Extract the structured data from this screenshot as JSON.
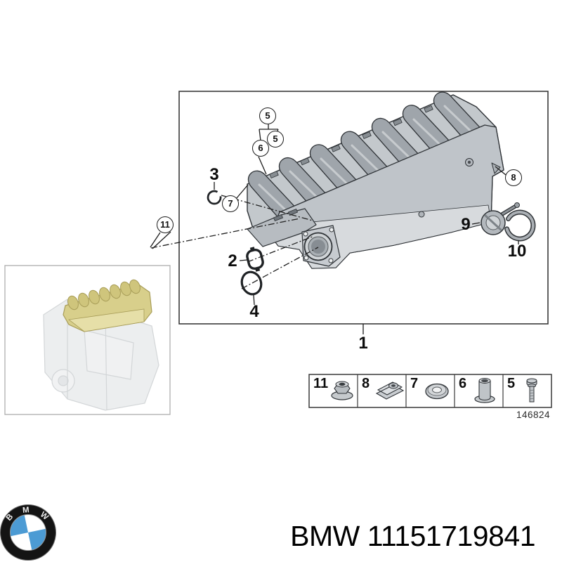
{
  "colors": {
    "bmw_blue": "#4c9bd4",
    "highlight_yellow": "#d8cf8b",
    "part_gray": "#c3c8cc"
  },
  "diagram": {
    "callouts_circled": [
      {
        "label": "5"
      },
      {
        "label": "5"
      },
      {
        "label": "6"
      },
      {
        "label": "7"
      },
      {
        "label": "8"
      },
      {
        "label": "11"
      }
    ],
    "callouts_plain": [
      {
        "label": "1"
      },
      {
        "label": "2"
      },
      {
        "label": "3"
      },
      {
        "label": "4"
      },
      {
        "label": "9"
      },
      {
        "label": "10"
      }
    ],
    "legend": {
      "cells": [
        {
          "number": "11",
          "icon": "flange-nut-icon"
        },
        {
          "number": "8",
          "icon": "speed-clip-icon"
        },
        {
          "number": "7",
          "icon": "washer-icon"
        },
        {
          "number": "6",
          "icon": "spacer-sleeve-icon"
        },
        {
          "number": "5",
          "icon": "hex-bolt-icon"
        }
      ],
      "drawing_number": "146824"
    }
  },
  "footer": {
    "logo": {
      "b": "B",
      "m": "M",
      "w": "W"
    },
    "label": "BMW 11151719841"
  }
}
